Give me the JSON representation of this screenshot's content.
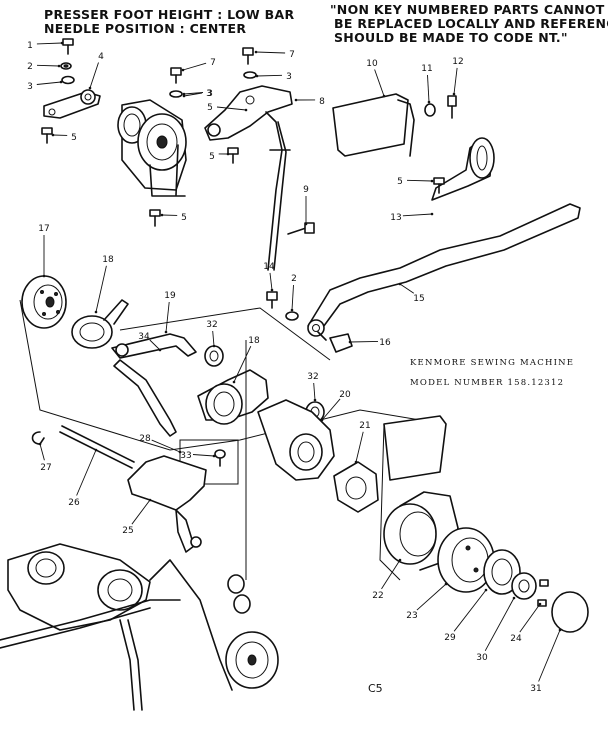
{
  "header": {
    "line1": "PRESSER FOOT HEIGHT : LOW BAR",
    "line2": "NEEDLE POSITION : CENTER"
  },
  "notice": {
    "line1": "\"NON KEY NUMBERED PARTS CANNOT",
    "line2": "BE REPLACED LOCALLY AND REFERENCE",
    "line3": "SHOULD BE MADE TO CODE NT.\""
  },
  "caption": {
    "line1": "KENMORE SEWING MACHINE",
    "line2": "MODEL NUMBER 158.12312"
  },
  "page_id": "C5",
  "callouts": [
    {
      "label": "1"
    },
    {
      "label": "2"
    },
    {
      "label": "3"
    },
    {
      "label": "4"
    },
    {
      "label": "5"
    },
    {
      "label": "3"
    },
    {
      "label": "5"
    },
    {
      "label": "5"
    },
    {
      "label": "7"
    },
    {
      "label": "3"
    },
    {
      "label": "5"
    },
    {
      "label": "7"
    },
    {
      "label": "3"
    },
    {
      "label": "8"
    },
    {
      "label": "9"
    },
    {
      "label": "10"
    },
    {
      "label": "11"
    },
    {
      "label": "12"
    },
    {
      "label": "5"
    },
    {
      "label": "13"
    },
    {
      "label": "14"
    },
    {
      "label": "2"
    },
    {
      "label": "15"
    },
    {
      "label": "16"
    },
    {
      "label": "17"
    },
    {
      "label": "18"
    },
    {
      "label": "19"
    },
    {
      "label": "34"
    },
    {
      "label": "32"
    },
    {
      "label": "18"
    },
    {
      "label": "32"
    },
    {
      "label": "20"
    },
    {
      "label": "21"
    },
    {
      "label": "28"
    },
    {
      "label": "33"
    },
    {
      "label": "27"
    },
    {
      "label": "26"
    },
    {
      "label": "25"
    },
    {
      "label": "22"
    },
    {
      "label": "23"
    },
    {
      "label": "29"
    },
    {
      "label": "30"
    },
    {
      "label": "24"
    },
    {
      "label": "31"
    }
  ]
}
